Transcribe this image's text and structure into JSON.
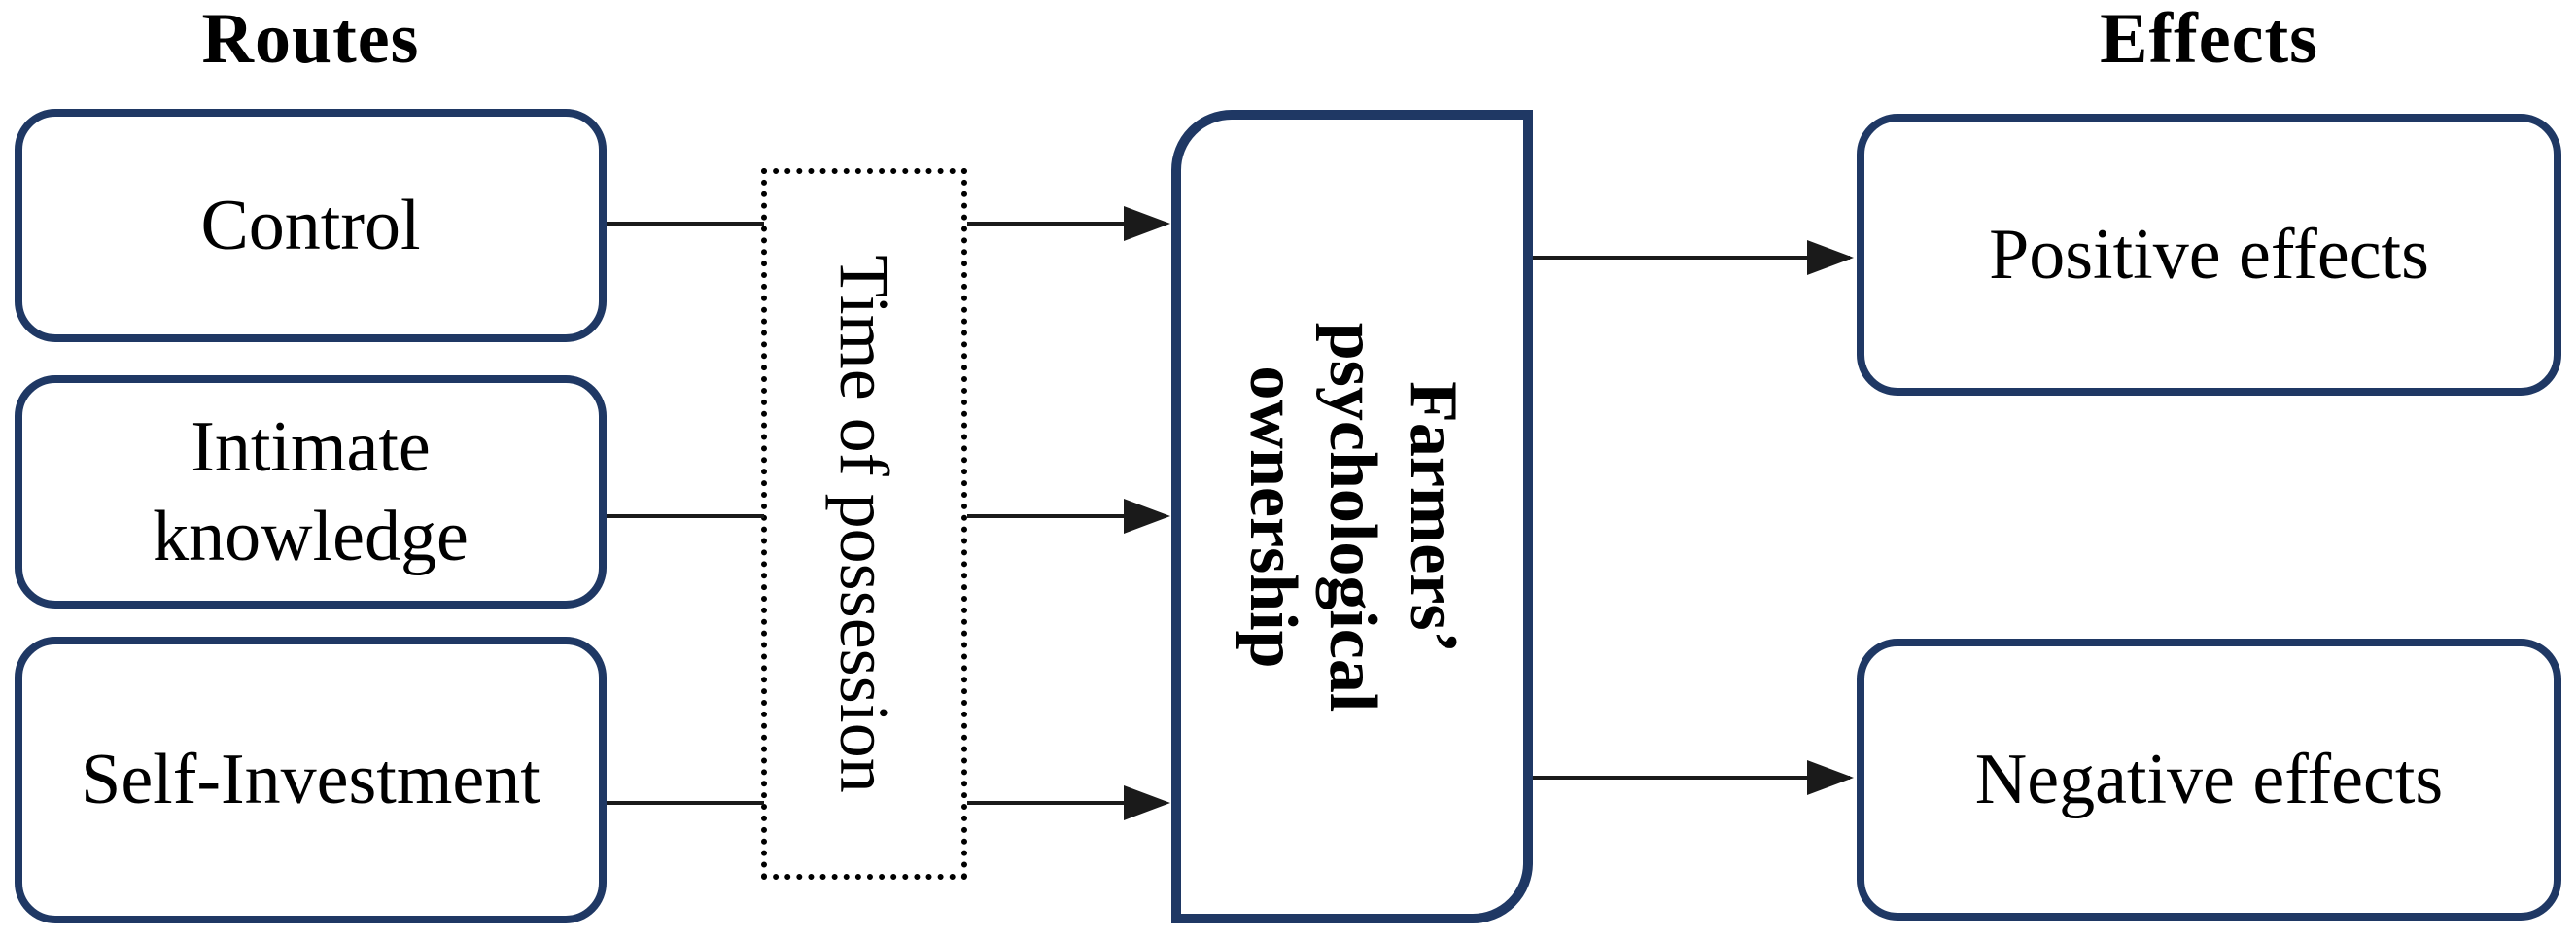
{
  "headers": {
    "left": "Routes",
    "right": "Effects"
  },
  "routes": [
    {
      "label": "Control"
    },
    {
      "label": "Intimate\nknowledge"
    },
    {
      "label": "Self-Investment"
    }
  ],
  "mediator": {
    "label": "Time of possession"
  },
  "core": {
    "label": "Farmers’\npsychological\nownership"
  },
  "effects": [
    {
      "label": "Positive effects"
    },
    {
      "label": "Negative effects"
    }
  ],
  "colors": {
    "box_border": "#1f3864",
    "arrow": "#1a1a1a",
    "text": "#000000",
    "background": "#ffffff"
  }
}
